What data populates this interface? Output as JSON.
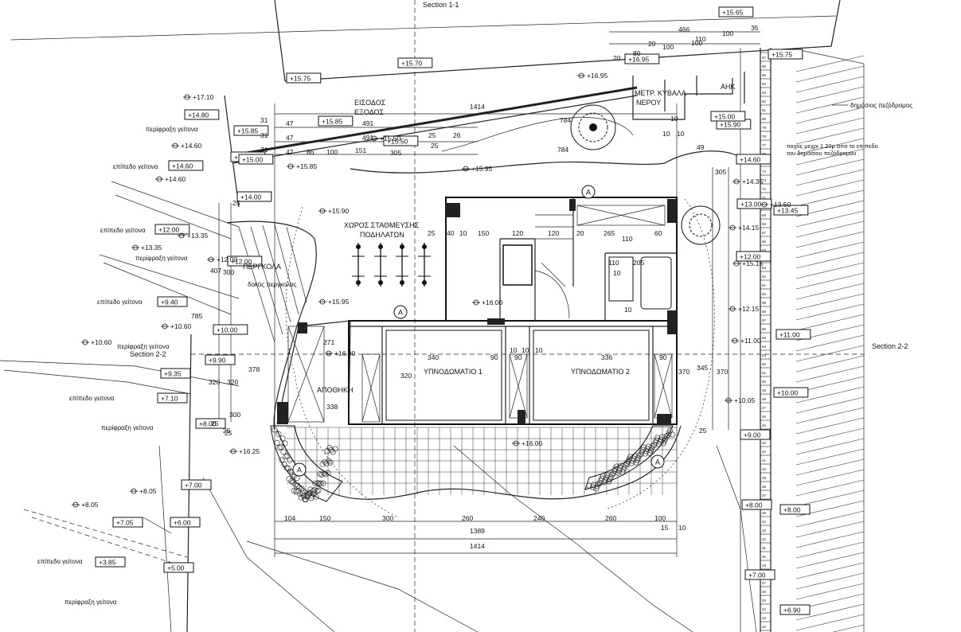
{
  "sections": {
    "s11": "Section 1-1",
    "s22_right": "Section 2-2",
    "s22_left": "Section 2-2"
  },
  "entrance": {
    "line1": "ΕΙΣΟΔΟΣ",
    "line2": "ΕΞΟΔΟΣ"
  },
  "rooms": {
    "bike_parking_1": "ΧΩΡΟΣ ΣΤΑΘΜΕΥΣΗΣ",
    "bike_parking_2": "ΠΟΔΗΛΑΤΩΝ",
    "pergola": "ΠΕΡΓΚΟΛΑ",
    "pergola_note": "δοκός περγκολας",
    "storage": "ΑΠΟΘΗΚΗ",
    "bedroom1": "ΥΠΝΟΔΩΜΑΤΙΟ 1",
    "bedroom2": "ΥΠΝΟΔΩΜΑΤΙΟ 2",
    "water_meter_1": "ΜΕΤΡ. ΚΥΒΑΛΑ",
    "water_meter_2": "ΝΕΡΟΥ",
    "ahk": "ΑΗΚ"
  },
  "notes": {
    "sidewalk": "δημόσιος πεζόδρομος",
    "wall_note_1": "τοιχος μεχρι 1.20μ απο το επιπεδο",
    "wall_note_2": "του δημόσιου πεζόδρομου"
  },
  "left_labels": [
    "περίφραξη γείτονα",
    "επίπεδο γείτονα",
    "επίπεδο γείτονα",
    "περίφραξη γείτονα",
    "επίπεδο γείτονα",
    "περίφραξη γείτονα",
    "επίπεδο γείτονα",
    "περίφραξη γείτονα",
    "επίπεδο γείτονα",
    "περίφραξη γείτονα"
  ],
  "boxed_levels": [
    "+15.65",
    "+15.70",
    "+15.75",
    "+15.75",
    "+16.95",
    "+15.85",
    "+15.50",
    "+14.80",
    "+15.85",
    "+14.60",
    "+15.00",
    "+14.60",
    "+12.00",
    "+12.00",
    "+9.40",
    "+10.00",
    "+9.90",
    "+9.35",
    "+7.10",
    "+8.00",
    "+7.00",
    "+7.05",
    "+6.00",
    "+3.85",
    "+5.00",
    "+15.90",
    "+15.00",
    "+14.60",
    "+13.00",
    "+13.45",
    "+12.00",
    "+11.00",
    "+10.00",
    "+9.00",
    "+8.00",
    "+8.00",
    "+7.00",
    "+6.90",
    "+14.00"
  ],
  "plain_levels": [
    "+17.10",
    "+14.60",
    "+14.60",
    "+13.35",
    "+13.35",
    "+10.60",
    "+10.60",
    "+16.25",
    "+8.05",
    "+8.05",
    "+16.95",
    "+15.85",
    "+15.90",
    "+15.95",
    "+15.95",
    "+16.00",
    "+16.00",
    "+16.00",
    "+14.35",
    "+14.15",
    "+15.15",
    "+12.15",
    "+11.00",
    "+10.05",
    "+15.50",
    "+13.50",
    "+12.00"
  ],
  "dims_top": [
    "466",
    "20",
    "110",
    "100",
    "35",
    "20",
    "80",
    "100",
    "100",
    "1414",
    "491",
    "305",
    "491",
    "31",
    "31",
    "31",
    "47",
    "47",
    "47",
    "86",
    "100",
    "151",
    "25",
    "26",
    "25",
    "10",
    "784",
    "784",
    "49",
    "305",
    "10",
    "10"
  ],
  "dims_inner": [
    "25",
    "40",
    "10",
    "150",
    "120",
    "120",
    "20",
    "265",
    "60",
    "110",
    "10",
    "205",
    "110",
    "10",
    "271",
    "340",
    "90",
    "90",
    "10",
    "10",
    "10",
    "336",
    "90",
    "338",
    "320",
    "370",
    "370",
    "345",
    "25",
    "25",
    "407",
    "300",
    "785",
    "378",
    "320",
    "320",
    "300",
    "25",
    "25",
    "25"
  ],
  "dims_bottom": [
    "104",
    "150",
    "300",
    "260",
    "240",
    "260",
    "100",
    "1389",
    "15",
    "10",
    "1414"
  ],
  "markers": [
    "A",
    "A",
    "A",
    "A"
  ]
}
